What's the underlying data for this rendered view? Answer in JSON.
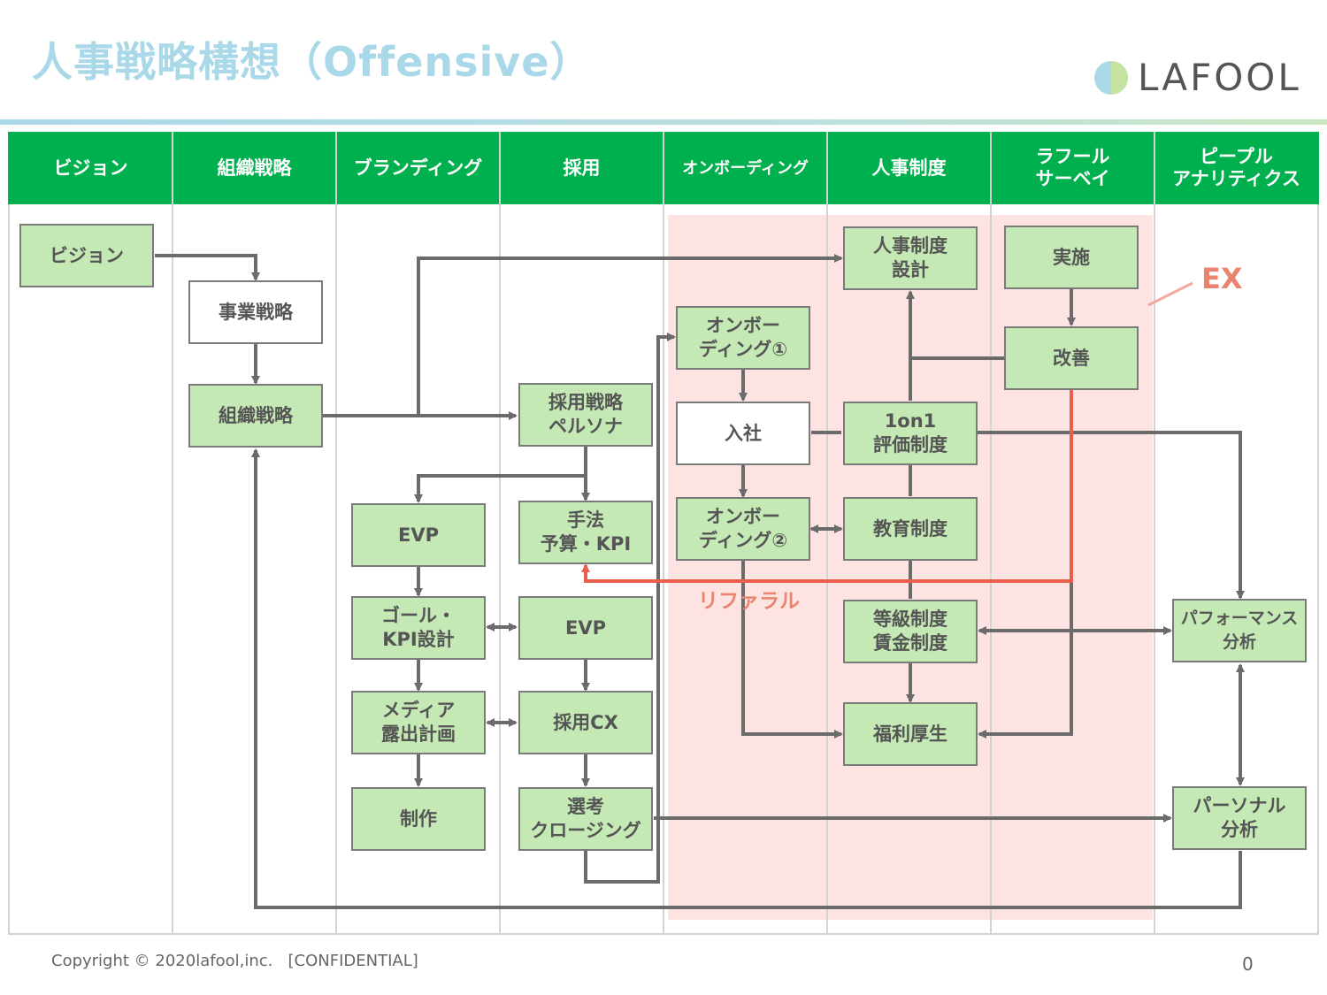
{
  "title": "人事戦略構想（Offensive）",
  "logo": {
    "text": "LAFOOL",
    "mark_colors": [
      "#a9d8e8",
      "#c5e3a0"
    ]
  },
  "colors": {
    "header_green": "#00b04f",
    "box_green": "#c5e9b5",
    "ex_pink": "#fde3e1",
    "accent_red": "#e8604c",
    "title_blue": "#a9d8e8"
  },
  "columns": [
    "ビジョン",
    "組織戦略",
    "ブランディング",
    "採用",
    "オンボーディング",
    "人事制度",
    "ラフール\nサーベイ",
    "ピープル\nアナリティクス"
  ],
  "nodes": {
    "vision": "ビジョン",
    "business_strategy": "事業戦略",
    "org_strategy": "組織戦略",
    "recruit_strategy": "採用戦略\nペルソナ",
    "evp_brand": "EVP",
    "method_budget": "手法\n予算・KPI",
    "goal_kpi": "ゴール・\nKPI設計",
    "evp_recruit": "EVP",
    "media_plan": "メディア\n露出計画",
    "recruit_cx": "採用CX",
    "production": "制作",
    "selection_closing": "選考\nクロージング",
    "onboarding1": "オンボー\nディング①",
    "joining": "入社",
    "onboarding2": "オンボー\nディング②",
    "hr_system_design": "人事制度\n設計",
    "one_on_one": "1on1\n評価制度",
    "education": "教育制度",
    "grade_wage": "等級制度\n賃金制度",
    "welfare": "福利厚生",
    "implementation": "実施",
    "improvement": "改善",
    "performance_analysis": "パフォーマンス\n分析",
    "personal_analysis": "パーソナル\n分析"
  },
  "labels": {
    "ex": "EX",
    "referral": "リファラル"
  },
  "footer": {
    "copyright": "Copyright © 2020lafool,inc.   [CONFIDENTIAL]",
    "page": "0"
  }
}
